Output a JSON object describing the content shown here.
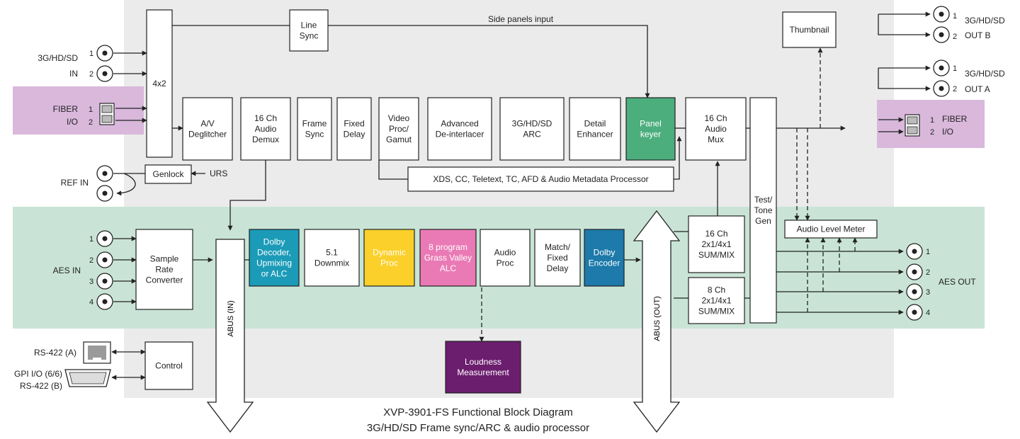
{
  "title": "XVP-3901-FS Functional Block Diagram",
  "subtitle": "3G/HD/SD Frame sync/ARC & audio processor",
  "colors": {
    "main_panel": "#ebebeb",
    "audio_band": "#c9e4d6",
    "fiber_band": "#d9b8dc",
    "panel_keyer": "#4cae7d",
    "dolby_decoder": "#1b9bb8",
    "dynamic_proc": "#fbd02a",
    "grass_valley_alc": "#ea7ab5",
    "dolby_encoder": "#1d7aaa",
    "loudness": "#6b1d6e",
    "line": "#222222"
  },
  "inputs": {
    "sdi_in": [
      "3G/HD/SD",
      "IN"
    ],
    "fiber_in": [
      "FIBER",
      "I/O"
    ],
    "ref_in": "REF IN",
    "aes_in": "AES IN",
    "rs422a": "RS-422 (A)",
    "gpi": "GPI I/O (6/6)",
    "rs422b": "RS-422 (B)",
    "urs": "URS"
  },
  "outputs": {
    "sdi_out_b": [
      "3G/HD/SD",
      "OUT B"
    ],
    "sdi_out_a": [
      "3G/HD/SD",
      "OUT A"
    ],
    "fiber_out": [
      "FIBER",
      "I/O"
    ],
    "aes_out": "AES OUT"
  },
  "port_numbers": [
    "1",
    "2",
    "3",
    "4"
  ],
  "annotations": {
    "side_panels": "Side panels input"
  },
  "blocks": {
    "router": [
      "4x2"
    ],
    "line_sync": [
      "Line",
      "Sync"
    ],
    "av_deglitcher": [
      "A/V",
      "Deglitcher"
    ],
    "audio_demux": [
      "16 Ch",
      "Audio",
      "Demux"
    ],
    "frame_sync": [
      "Frame",
      "Sync"
    ],
    "fixed_delay": [
      "Fixed",
      "Delay"
    ],
    "video_proc": [
      "Video",
      "Proc/",
      "Gamut"
    ],
    "deinterlacer": [
      "Advanced",
      "De-interlacer"
    ],
    "arc": [
      "3G/HD/SD",
      "ARC"
    ],
    "detail_enhancer": [
      "Detail",
      "Enhancer"
    ],
    "panel_keyer": [
      "Panel",
      "keyer"
    ],
    "audio_mux": [
      "16 Ch",
      "Audio",
      "Mux"
    ],
    "metadata": [
      "XDS, CC, Teletext, TC, AFD & Audio Metadata Processor"
    ],
    "genlock": [
      "Genlock"
    ],
    "thumbnail": [
      "Thumbnail"
    ],
    "test_tone": [
      "Test/",
      "Tone",
      "Gen"
    ],
    "audio_level_meter": [
      "Audio Level Meter"
    ],
    "sample_rate": [
      "Sample",
      "Rate",
      "Converter"
    ],
    "dolby_decoder": [
      "Dolby",
      "Decoder,",
      "Upmixing",
      "or ALC"
    ],
    "downmix": [
      "5.1",
      "Downmix"
    ],
    "dynamic_proc": [
      "Dynamic",
      "Proc"
    ],
    "gv_alc": [
      "8 program",
      "Grass Valley",
      "ALC"
    ],
    "audio_proc": [
      "Audio",
      "Proc"
    ],
    "match_delay": [
      "Match/",
      "Fixed",
      "Delay"
    ],
    "dolby_encoder": [
      "Dolby",
      "Encoder"
    ],
    "sum16": [
      "16 Ch",
      "2x1/4x1",
      "SUM/MIX"
    ],
    "sum8": [
      "8 Ch",
      "2x1/4x1",
      "SUM/MIX"
    ],
    "loudness": [
      "Loudness",
      "Measurement"
    ],
    "control": [
      "Control"
    ],
    "abus_in": [
      "ABUS (IN)"
    ],
    "abus_out": [
      "ABUS (OUT)"
    ]
  }
}
